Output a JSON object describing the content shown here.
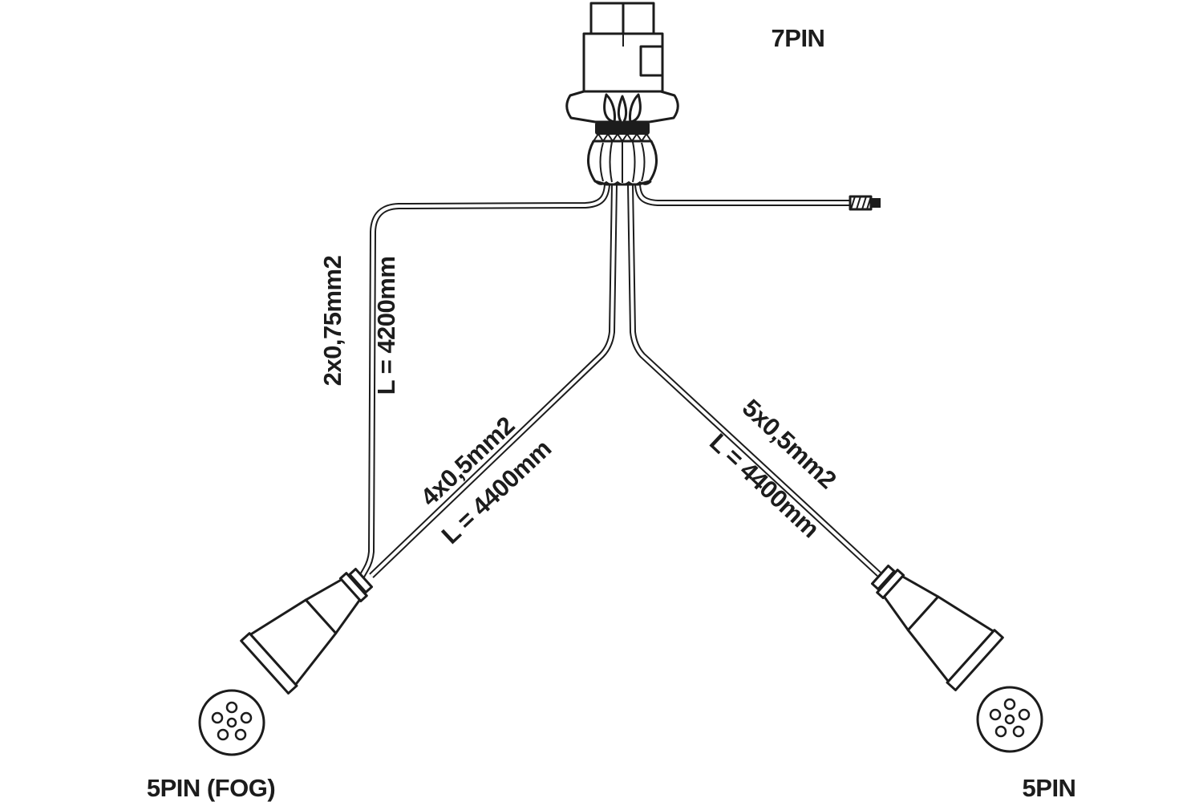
{
  "labels": {
    "top_connector": "7PIN",
    "bottom_left_connector": "5PIN (FOG)",
    "bottom_right_connector": "5PIN",
    "left_cable": {
      "spec": "2x0,75mm2",
      "length": "L = 4200mm"
    },
    "middle_cable": {
      "spec": "4x0,5mm2",
      "length": "L = 4400mm"
    },
    "right_cable": {
      "spec": "5x0,5mm2",
      "length": "L = 4400mm"
    }
  },
  "colors": {
    "ink": "#1c1c1c",
    "background": "#ffffff"
  }
}
